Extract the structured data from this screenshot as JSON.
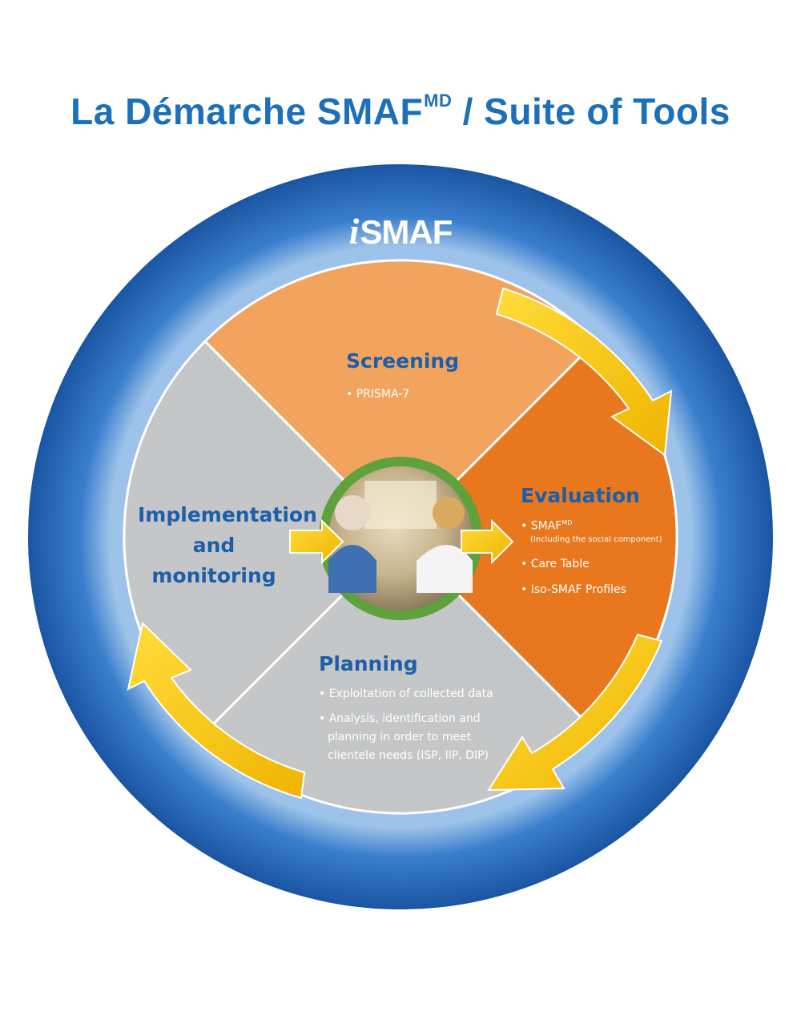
{
  "title": {
    "main": "La Démarche SMAF",
    "sup": "MD",
    "rest": " / Suite of Tools"
  },
  "brand": {
    "prefix": "i",
    "name": "SMAF"
  },
  "sectors": {
    "screening": {
      "heading": "Screening",
      "items": [
        "• PRISMA-7"
      ]
    },
    "evaluation": {
      "heading": "Evaluation",
      "smaf": "SMAF",
      "smaf_sup": "MD",
      "smaf_note": "(Including the social component)",
      "items": [
        "• Care Table",
        "• Iso-SMAF Profiles"
      ]
    },
    "planning": {
      "heading": "Planning",
      "items": [
        "• Exploitation of collected data",
        "• Analysis, identification and",
        "planning in order to meet",
        "clientele needs (ISP, IIP, DIP)"
      ]
    },
    "implementation": {
      "heading_lines": [
        "Implementation",
        "and",
        "monitoring"
      ]
    }
  },
  "colors": {
    "title": "#1c6fb9",
    "ring": "#1f5fae",
    "screening": "#f2a45f",
    "evaluation": "#e8771e",
    "gray": "#c4c6c8",
    "arrow": "#f5c000",
    "center_ring": "#5fa13a"
  },
  "icons": [
    "cycle-arrow-icon",
    "inward-arrow-icon",
    "photo-placeholder"
  ]
}
